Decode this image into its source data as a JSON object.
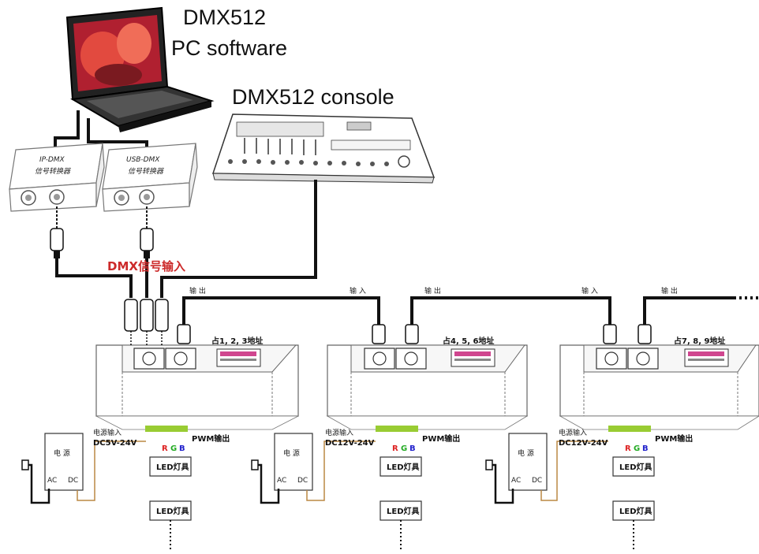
{
  "labels": {
    "pc_software_line1": "DMX512",
    "pc_software_line2": "PC software",
    "console": "DMX512 console",
    "dmx_input": "DMX信号输入",
    "converter_ip_name": "IP-DMX",
    "converter_ip_sub": "信号转换器",
    "converter_usb_name": "USB-DMX",
    "converter_usb_sub": "信号转换器",
    "output": "输 出",
    "input": "输 入",
    "power_input": "电源输入",
    "pwm_output": "PWM输出",
    "power_supply": "电 源",
    "led_lamp": "LED灯具",
    "ac": "AC",
    "dc": "DC",
    "rgb_r": "R",
    "rgb_g": "G",
    "rgb_b": "B"
  },
  "decoders": [
    {
      "address": "占1, 2, 3地址",
      "voltage": "DC5V-24V"
    },
    {
      "address": "占4, 5, 6地址",
      "voltage": "DC12V-24V"
    },
    {
      "address": "占7, 8, 9地址",
      "voltage": "DC12V-24V"
    }
  ],
  "colors": {
    "accent_red": "#cc2a2a",
    "dip_pink": "#d0468f",
    "wire": "#111111"
  }
}
